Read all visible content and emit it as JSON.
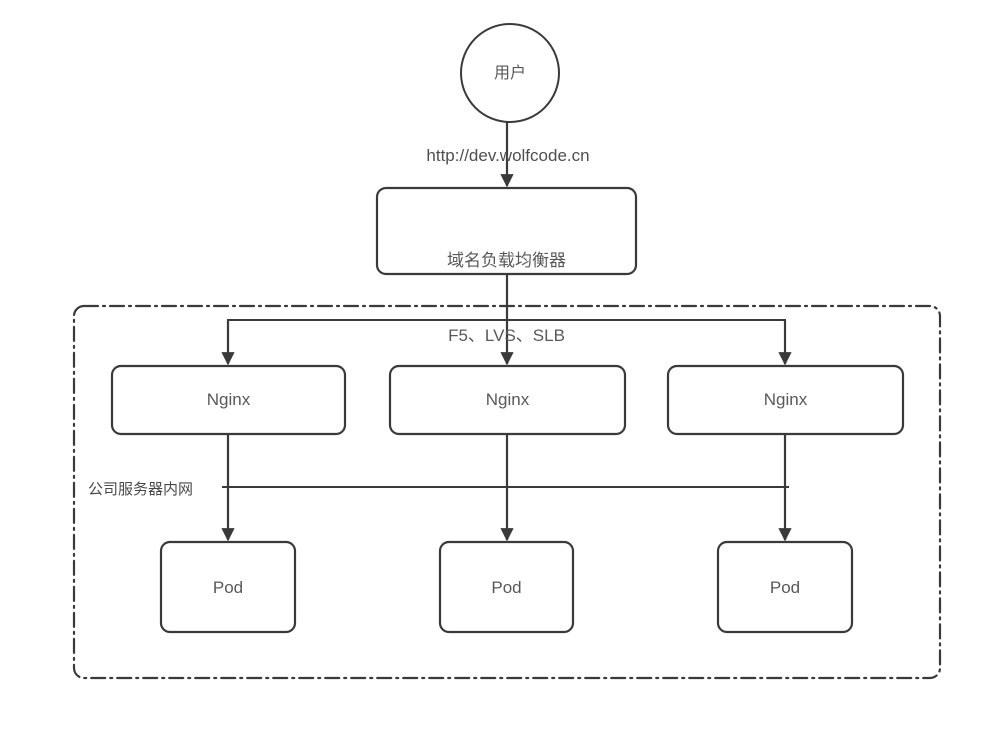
{
  "diagram": {
    "title": "Kubernetes Nginx load balancing architecture",
    "colors": {
      "stroke": "#3a3a3a",
      "text": "#595959",
      "background": "#ffffff"
    },
    "nodes": {
      "user": {
        "label": "用户",
        "shape": "circle",
        "icon_name": "user-circle"
      },
      "url_edge_label": "http://dev.wolfcode.cn",
      "load_balancer": {
        "line1": "域名负载均衡器",
        "line2": "F5、LVS、SLB",
        "shape": "rounded-rectangle"
      },
      "nginx": [
        {
          "label": "Nginx"
        },
        {
          "label": "Nginx"
        },
        {
          "label": "Nginx"
        }
      ],
      "pods": [
        {
          "label": "Pod"
        },
        {
          "label": "Pod"
        },
        {
          "label": "Pod"
        }
      ],
      "intranet_boundary": {
        "label": "公司服务器内网",
        "border_style": "dash-dot"
      }
    }
  }
}
